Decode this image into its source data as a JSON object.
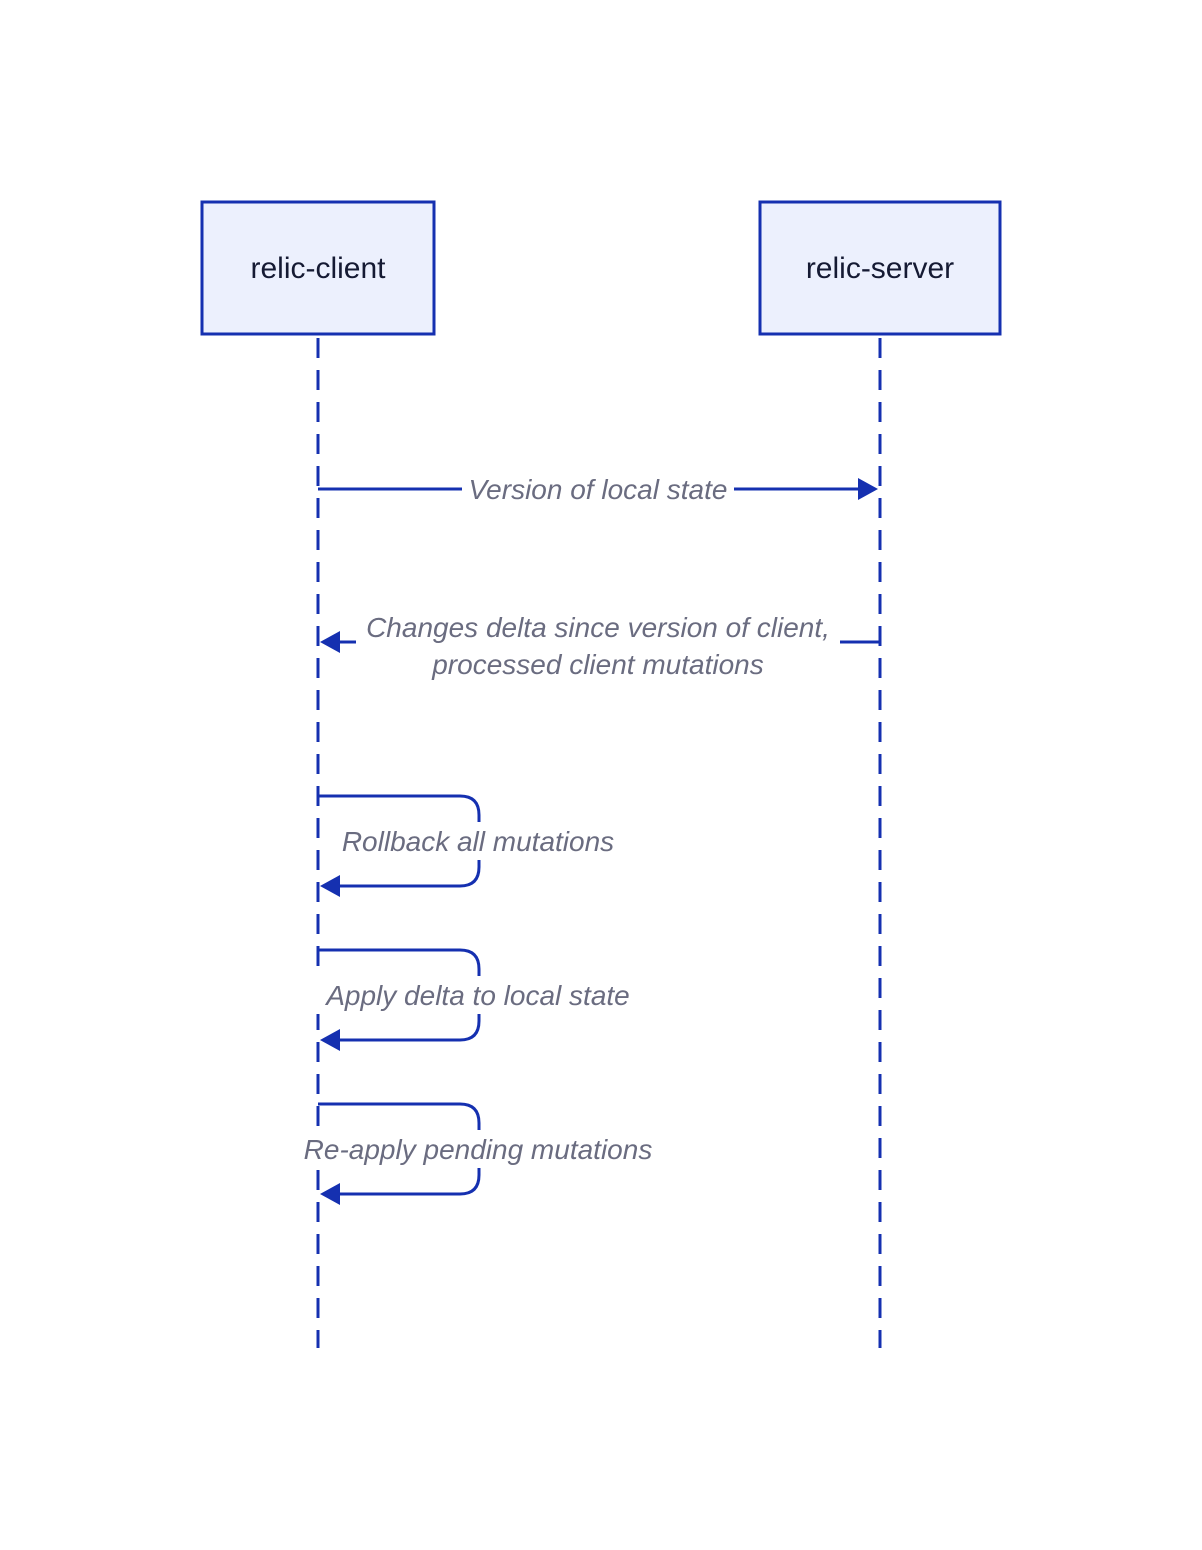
{
  "actors": {
    "client": "relic-client",
    "server": "relic-server"
  },
  "messages": {
    "version_request": "Version of local state",
    "delta_response_line1": "Changes delta since version of client,",
    "delta_response_line2": "processed client mutations",
    "rollback": "Rollback all mutations",
    "apply_delta": "Apply delta to local state",
    "reapply": "Re-apply pending mutations"
  },
  "colors": {
    "line": "#1530B0",
    "actor_fill": "#ECF0FD",
    "label_text": "#6A6C80",
    "actor_text": "#151A33"
  }
}
